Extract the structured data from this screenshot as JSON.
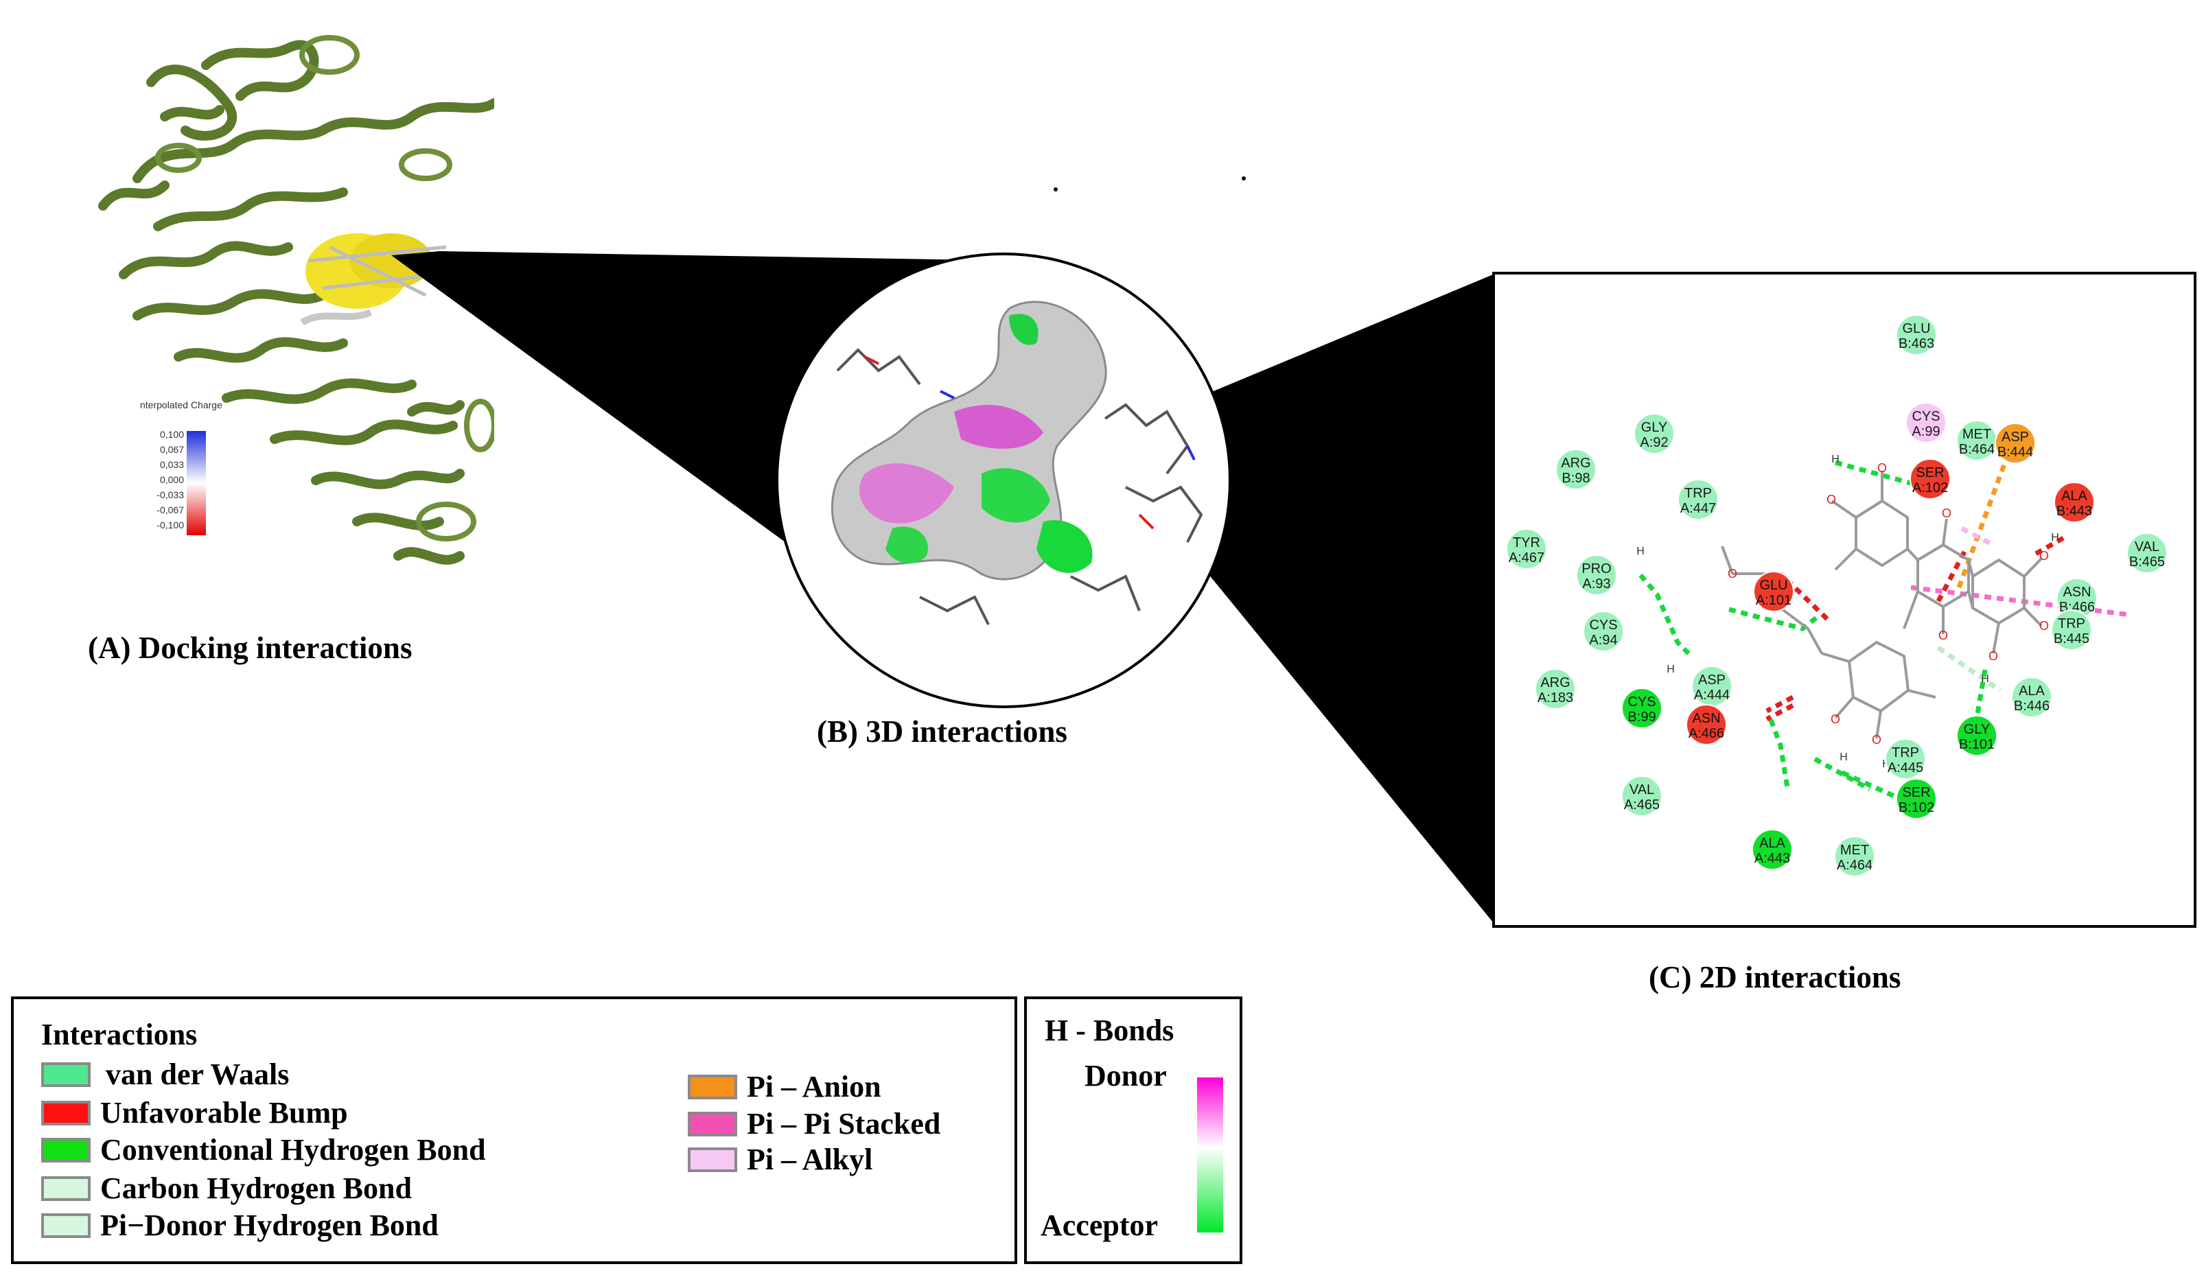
{
  "panels": {
    "a_caption": "(A) Docking interactions",
    "b_caption": "(B) 3D interactions",
    "c_caption": "(C) 2D interactions"
  },
  "colorbar": {
    "title": "nterpolated Charge",
    "ticks": [
      "0,100",
      "0,067",
      "0,033",
      "0,000",
      "-0,033",
      "-0,067",
      "-0,100"
    ],
    "colors": {
      "top": "#1f2fd8",
      "mid": "#ffffff",
      "bottom": "#e00000"
    }
  },
  "residues": [
    {
      "line1": "GLU",
      "line2": "B:463",
      "type": "vdw"
    },
    {
      "line1": "CYS",
      "line2": "A:99",
      "type": "pi_alkyl"
    },
    {
      "line1": "MET",
      "line2": "B:464",
      "type": "vdw"
    },
    {
      "line1": "ASP",
      "line2": "B:444",
      "type": "pi_anion"
    },
    {
      "line1": "GLY",
      "line2": "A:92",
      "type": "vdw"
    },
    {
      "line1": "SER",
      "line2": "A:102",
      "type": "bump"
    },
    {
      "line1": "ALA",
      "line2": "B:443",
      "type": "bump"
    },
    {
      "line1": "ARG",
      "line2": "B:98",
      "type": "vdw"
    },
    {
      "line1": "TRP",
      "line2": "A:447",
      "type": "vdw"
    },
    {
      "line1": "VAL",
      "line2": "B:465",
      "type": "vdw"
    },
    {
      "line1": "TYR",
      "line2": "A:467",
      "type": "vdw"
    },
    {
      "line1": "PRO",
      "line2": "A:93",
      "type": "vdw"
    },
    {
      "line1": "GLU",
      "line2": "A:101",
      "type": "bump"
    },
    {
      "line1": "ASN",
      "line2": "B:466",
      "type": "vdw"
    },
    {
      "line1": "TRP",
      "line2": "B:445",
      "type": "vdw"
    },
    {
      "line1": "CYS",
      "line2": "A:94",
      "type": "vdw"
    },
    {
      "line1": "ARG",
      "line2": "A:183",
      "type": "vdw"
    },
    {
      "line1": "CYS",
      "line2": "B:99",
      "type": "hbond"
    },
    {
      "line1": "ASP",
      "line2": "A:444",
      "type": "vdw"
    },
    {
      "line1": "ASN",
      "line2": "A:466",
      "type": "bump"
    },
    {
      "line1": "ALA",
      "line2": "B:446",
      "type": "vdw"
    },
    {
      "line1": "GLY",
      "line2": "B:101",
      "type": "hbond"
    },
    {
      "line1": "TRP",
      "line2": "A:445",
      "type": "vdw"
    },
    {
      "line1": "SER",
      "line2": "B:102",
      "type": "hbond"
    },
    {
      "line1": "VAL",
      "line2": "A:465",
      "type": "vdw"
    },
    {
      "line1": "ALA",
      "line2": "A:443",
      "type": "hbond"
    },
    {
      "line1": "MET",
      "line2": "A:464",
      "type": "vdw"
    }
  ],
  "atoms": {
    "oxygen": "O",
    "hydrogen": "H"
  },
  "legend": {
    "title": "Interactions",
    "items": [
      {
        "label": "van der Waals",
        "color": "#4fe88f"
      },
      {
        "label": "Unfavorable Bump",
        "color": "#ff1010"
      },
      {
        "label": "Conventional Hydrogen Bond",
        "color": "#12e012"
      },
      {
        "label": "Carbon Hydrogen Bond",
        "color": "#d6f7de"
      },
      {
        "label": "Pi−Donor Hydrogen Bond",
        "color": "#d6f7de"
      },
      {
        "label": "Pi – Anion",
        "color": "#f5901a"
      },
      {
        "label": "Pi – Pi Stacked",
        "color": "#f250b4"
      },
      {
        "label": "Pi – Alkyl",
        "color": "#f8c8f4"
      }
    ]
  },
  "hbonds": {
    "title": "H - Bonds",
    "donor": "Donor",
    "acceptor": "Acceptor",
    "colors": {
      "donor": "#ff00d8",
      "acceptor": "#00e82a"
    }
  },
  "type_colors": {
    "vdw": "#9cf0bc",
    "bump": "#ee3a2a",
    "hbond": "#11dd2a",
    "pi_anion": "#f59a22",
    "pi_alkyl": "#f8c8f4"
  }
}
